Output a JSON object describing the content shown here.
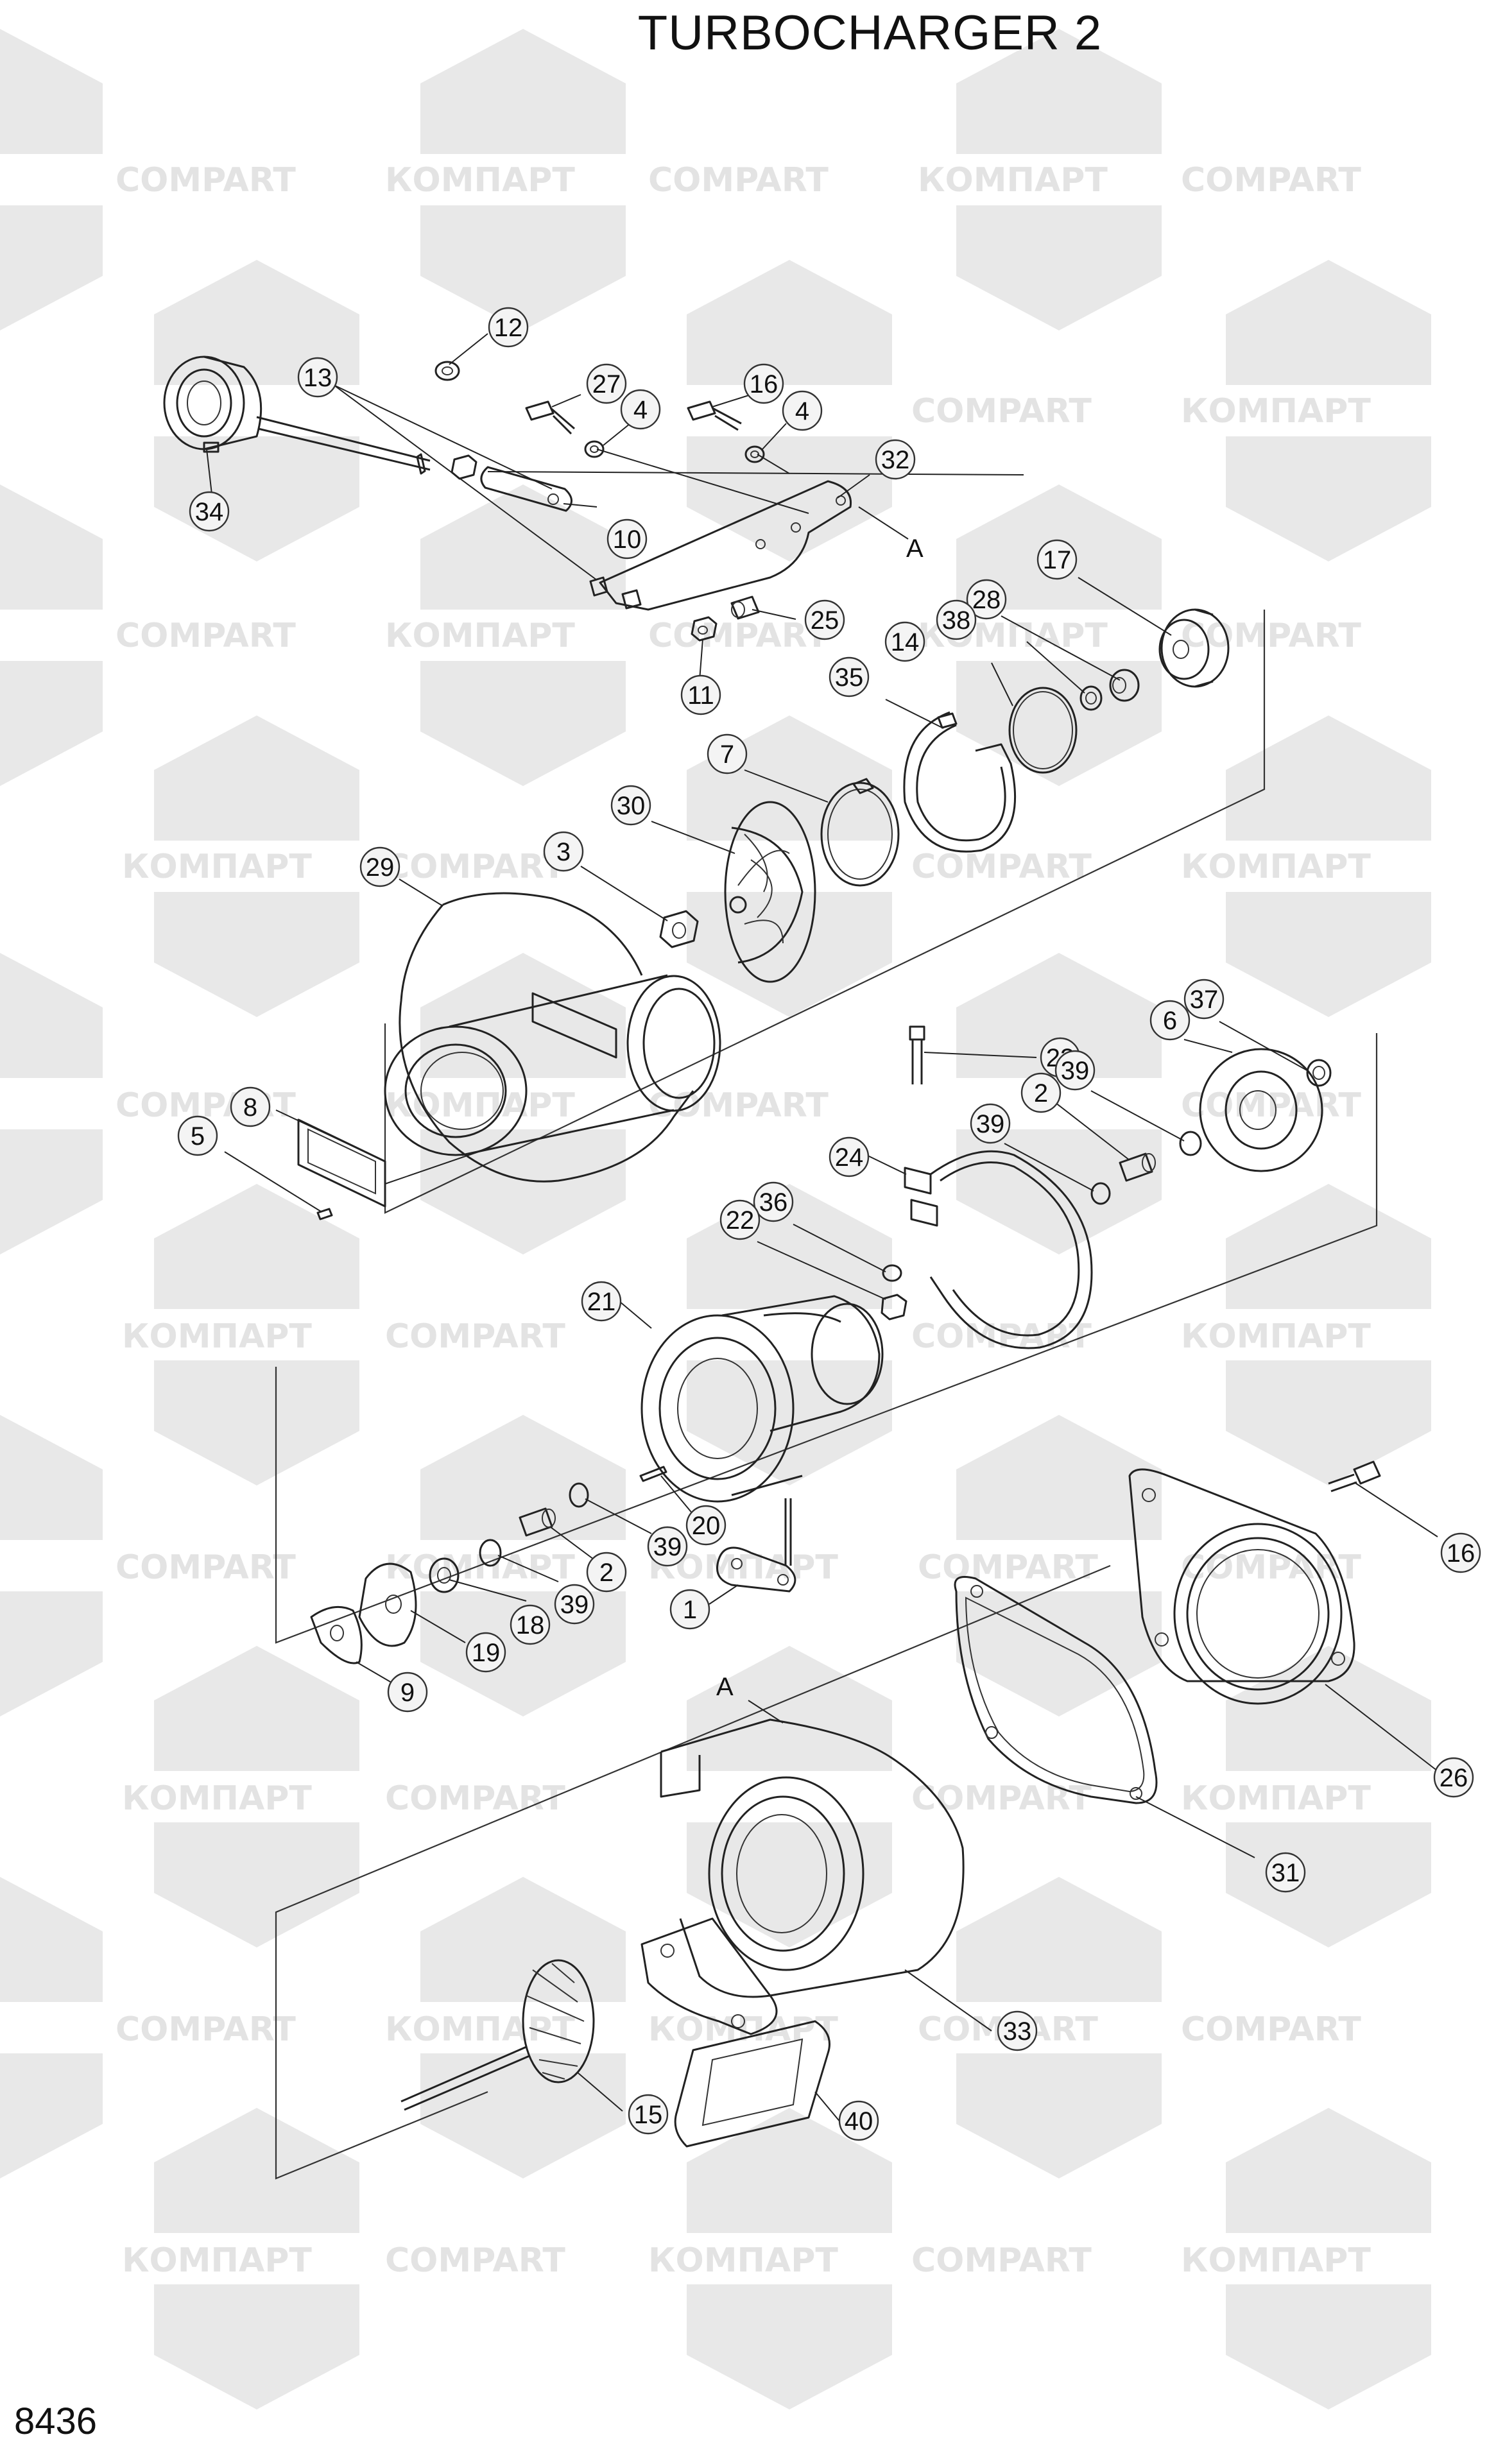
{
  "title": "TURBOCHARGER 2",
  "page_code": "8436",
  "watermark": {
    "text_latin": "COMPART",
    "text_cyrillic": "КОМПАРТ",
    "color": "#e3e3e3"
  },
  "view_markers": [
    "A",
    "A"
  ],
  "callouts": [
    {
      "name": "callout-12",
      "label": "12"
    },
    {
      "name": "callout-13",
      "label": "13"
    },
    {
      "name": "callout-27",
      "label": "27"
    },
    {
      "name": "callout-16-top",
      "label": "16"
    },
    {
      "name": "callout-4-left",
      "label": "4"
    },
    {
      "name": "callout-4-right",
      "label": "4"
    },
    {
      "name": "callout-32",
      "label": "32"
    },
    {
      "name": "callout-34",
      "label": "34"
    },
    {
      "name": "callout-10",
      "label": "10"
    },
    {
      "name": "callout-17",
      "label": "17"
    },
    {
      "name": "callout-28",
      "label": "28"
    },
    {
      "name": "callout-38",
      "label": "38"
    },
    {
      "name": "callout-25",
      "label": "25"
    },
    {
      "name": "callout-14",
      "label": "14"
    },
    {
      "name": "callout-11",
      "label": "11"
    },
    {
      "name": "callout-35",
      "label": "35"
    },
    {
      "name": "callout-7",
      "label": "7"
    },
    {
      "name": "callout-30",
      "label": "30"
    },
    {
      "name": "callout-3",
      "label": "3"
    },
    {
      "name": "callout-29",
      "label": "29"
    },
    {
      "name": "callout-37",
      "label": "37"
    },
    {
      "name": "callout-6",
      "label": "6"
    },
    {
      "name": "callout-23",
      "label": "23"
    },
    {
      "name": "callout-39-a",
      "label": "39"
    },
    {
      "name": "callout-2-a",
      "label": "2"
    },
    {
      "name": "callout-8",
      "label": "8"
    },
    {
      "name": "callout-39-b",
      "label": "39"
    },
    {
      "name": "callout-5",
      "label": "5"
    },
    {
      "name": "callout-24",
      "label": "24"
    },
    {
      "name": "callout-36",
      "label": "36"
    },
    {
      "name": "callout-22",
      "label": "22"
    },
    {
      "name": "callout-21",
      "label": "21"
    },
    {
      "name": "callout-20",
      "label": "20"
    },
    {
      "name": "callout-39-c",
      "label": "39"
    },
    {
      "name": "callout-16-bottom",
      "label": "16"
    },
    {
      "name": "callout-2-b",
      "label": "2"
    },
    {
      "name": "callout-18",
      "label": "18"
    },
    {
      "name": "callout-39-d",
      "label": "39"
    },
    {
      "name": "callout-1",
      "label": "1"
    },
    {
      "name": "callout-19",
      "label": "19"
    },
    {
      "name": "callout-9",
      "label": "9"
    },
    {
      "name": "callout-26",
      "label": "26"
    },
    {
      "name": "callout-31",
      "label": "31"
    },
    {
      "name": "callout-33",
      "label": "33"
    },
    {
      "name": "callout-15",
      "label": "15"
    },
    {
      "name": "callout-40",
      "label": "40"
    }
  ]
}
